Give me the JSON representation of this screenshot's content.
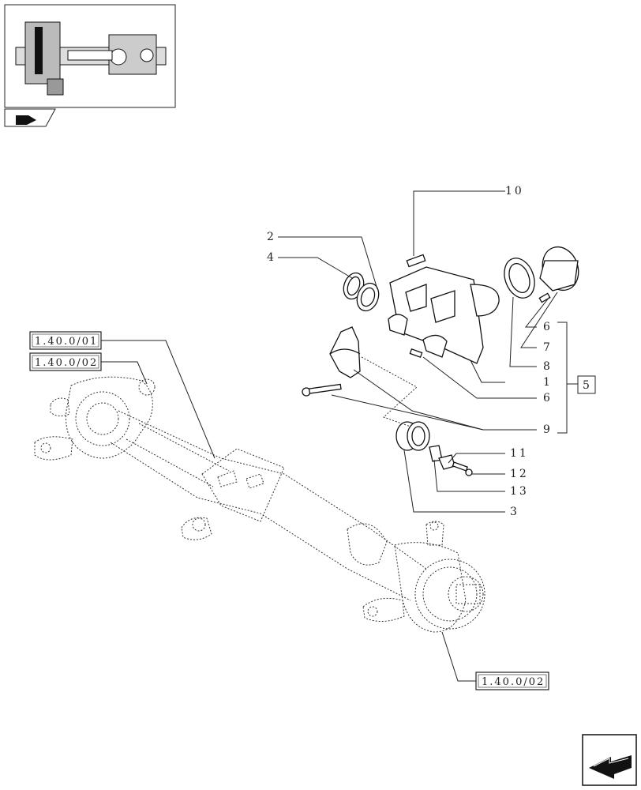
{
  "callouts": {
    "c10": "10",
    "c2": "2",
    "c4": "4",
    "c6a": "6",
    "c7": "7",
    "c8": "8",
    "c1": "1",
    "c6b": "6",
    "c9": "9",
    "c11": "11",
    "c12": "12",
    "c13": "13",
    "c3": "3",
    "group5": "5"
  },
  "references": {
    "ref_top": "1.40.0/01",
    "ref_mid": "1.40.0/02",
    "ref_bottom": "1.40.0/02"
  }
}
